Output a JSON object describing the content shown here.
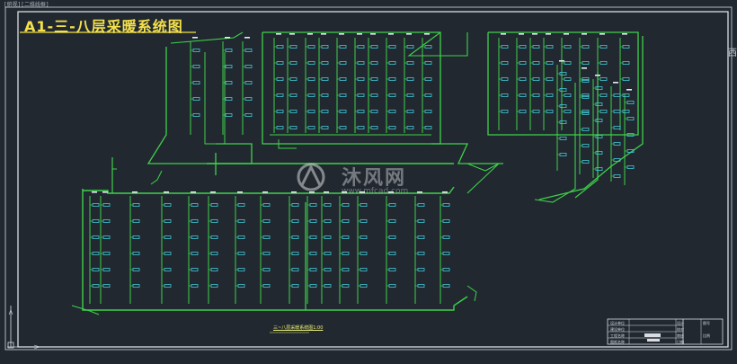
{
  "top_tab": "[俯视][二维线框]",
  "drawing_title": "A1-三-八层采暖系统图",
  "side_char": "西",
  "system_caption": "三~八层采暖系统图1:00",
  "watermark": {
    "name": "沐风网",
    "url": "www.mfcad.com"
  },
  "title_block": {
    "rows": [
      "设计单位",
      "建设单位",
      "工程名称",
      "图纸名称"
    ],
    "labels": [
      "设计",
      "校对",
      "审核",
      "日期",
      "图号",
      "比例"
    ]
  },
  "colors": {
    "background": "#212830",
    "pipe": "#3fd14a",
    "radiator": "#43c7d8",
    "frame": "#d9dde2",
    "title": "#f4e14b"
  }
}
